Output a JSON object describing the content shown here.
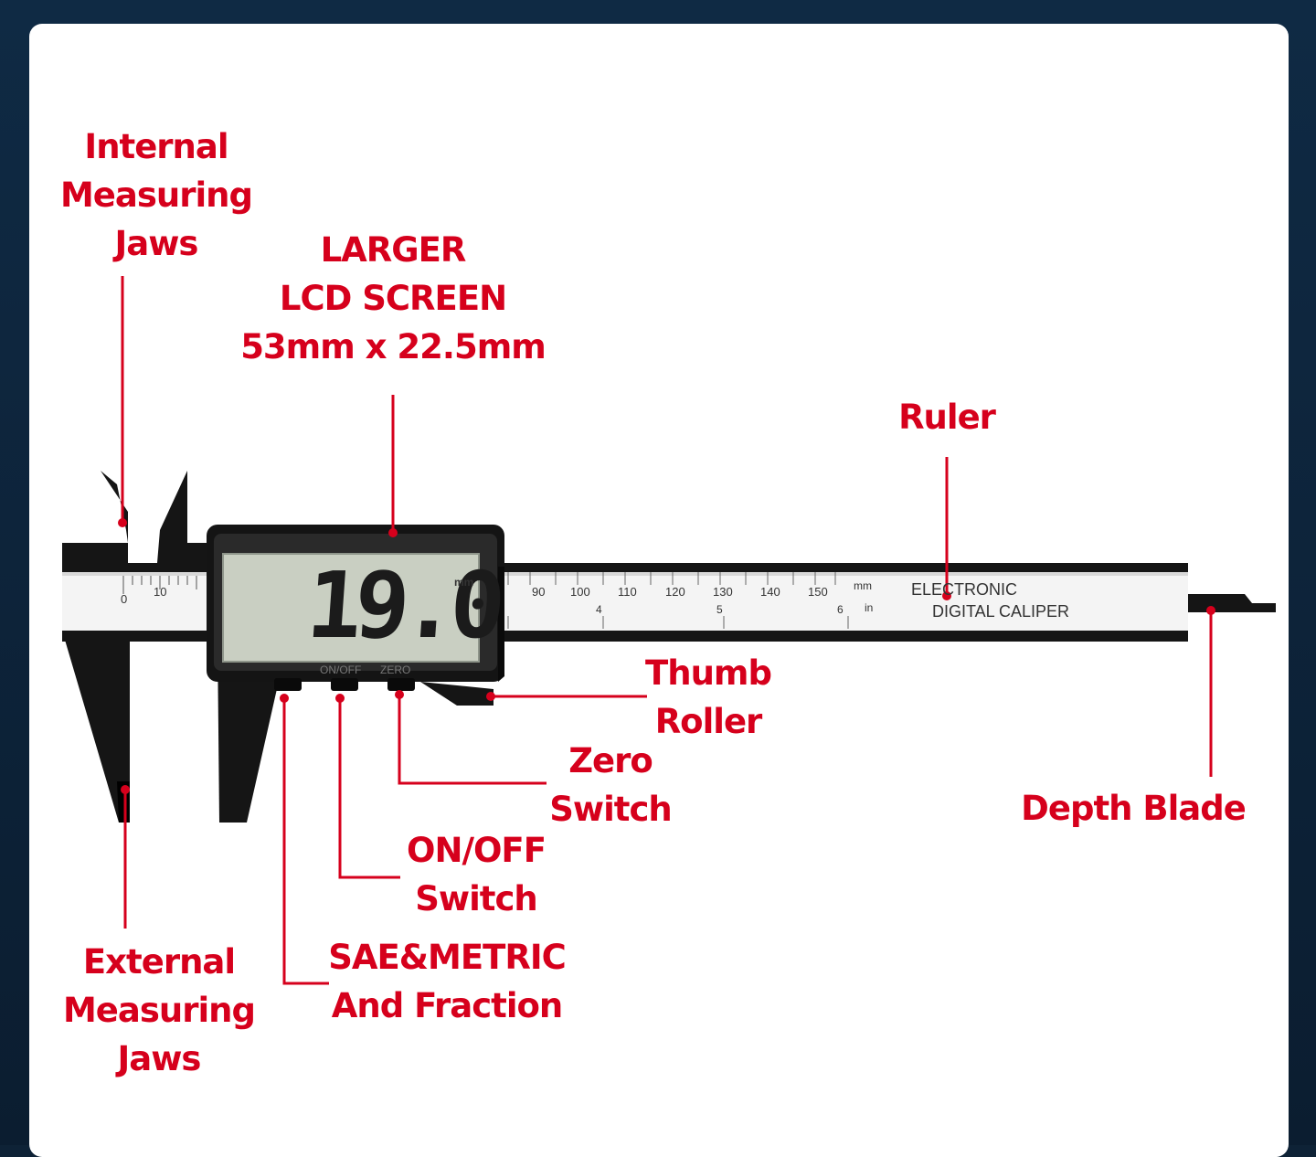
{
  "labels": {
    "internal_jaws": [
      "Internal",
      "Measuring",
      "Jaws"
    ],
    "lcd": [
      "LARGER",
      "LCD SCREEN",
      "53mm x 22.5mm"
    ],
    "ruler": [
      "Ruler"
    ],
    "thumb_roller": [
      "Thumb",
      "Roller"
    ],
    "zero_switch": [
      "Zero",
      "Switch"
    ],
    "on_off_switch": [
      "ON/OFF",
      "Switch"
    ],
    "sae_metric": [
      "SAE&METRIC",
      "And Fraction"
    ],
    "external_jaws": [
      "External",
      "Measuring",
      "Jaws"
    ],
    "depth_blade": [
      "Depth Blade"
    ]
  },
  "device": {
    "lcd_reading": "19.0",
    "lcd_unit": "mm",
    "brand_line1": "ELECTRONIC",
    "brand_line2": "DIGITAL CALIPER",
    "unit_mm": "mm",
    "unit_in": "in",
    "button_onoff": "ON/OFF",
    "button_zero": "ZERO",
    "scale_mm": [
      "90",
      "100",
      "110",
      "120",
      "130",
      "140",
      "150"
    ],
    "scale_left_mm": [
      "0",
      "10"
    ],
    "scale_in": [
      "4",
      "5",
      "6"
    ]
  },
  "colors": {
    "accent": "#d6001c",
    "body": "#1a1a1a",
    "lcd": "#c9cfc2"
  }
}
